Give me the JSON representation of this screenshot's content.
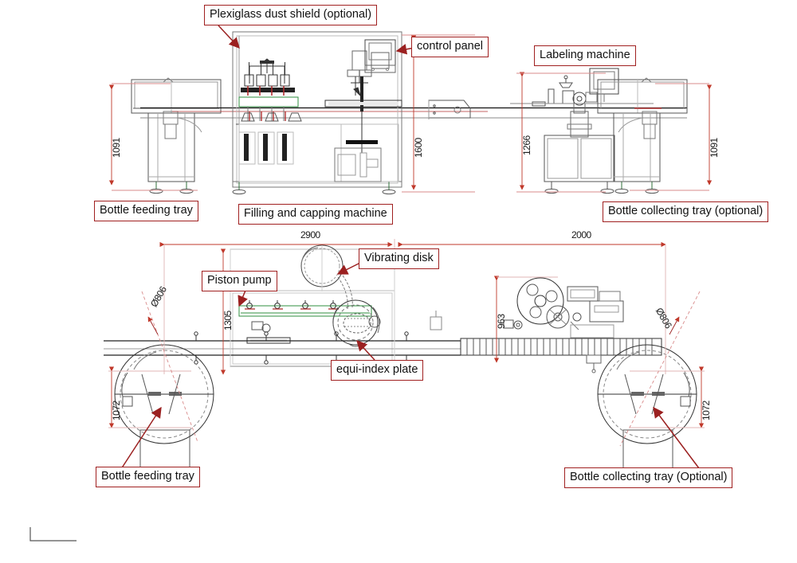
{
  "drawing": {
    "title_hidden": "",
    "views": [
      {
        "name": "elevation-view",
        "label": ""
      },
      {
        "name": "plan-view",
        "label": ""
      }
    ]
  },
  "callouts": {
    "plexiglass": "Plexiglass dust shield (optional)",
    "control_panel": "control panel",
    "labeling_machine": "Labeling machine",
    "bottle_feeding_tray_top": "Bottle feeding tray",
    "filling_capping": "Filling and capping machine",
    "bottle_collecting_tray_top": "Bottle collecting tray (optional)",
    "vibrating_disk": "Vibrating disk",
    "piston_pump": "Piston pump",
    "equi_index_plate": "equi-index plate",
    "bottle_feeding_tray_bottom": "Bottle feeding tray",
    "bottle_collecting_tray_bottom": "Bottle collecting tray (Optional)"
  },
  "dimensions": {
    "top": {
      "feed_height": "1091",
      "machine_height": "1600",
      "labeler_height": "1266",
      "collect_height": "1091"
    },
    "bottom": {
      "length_left": "2900",
      "length_right": "2000",
      "filler_depth": "1305",
      "labeler_depth": "963",
      "tray_dia_left": "Ø806",
      "tray_dia_right": "Ø806",
      "tray_span_left": "1072",
      "tray_span_right": "1072"
    }
  },
  "colors": {
    "callout_border": "#a02020",
    "dimension_line": "#c0392b",
    "machine_line": "#222222",
    "light_line": "#9a9a9a",
    "green_accent": "#2f8f3f"
  }
}
